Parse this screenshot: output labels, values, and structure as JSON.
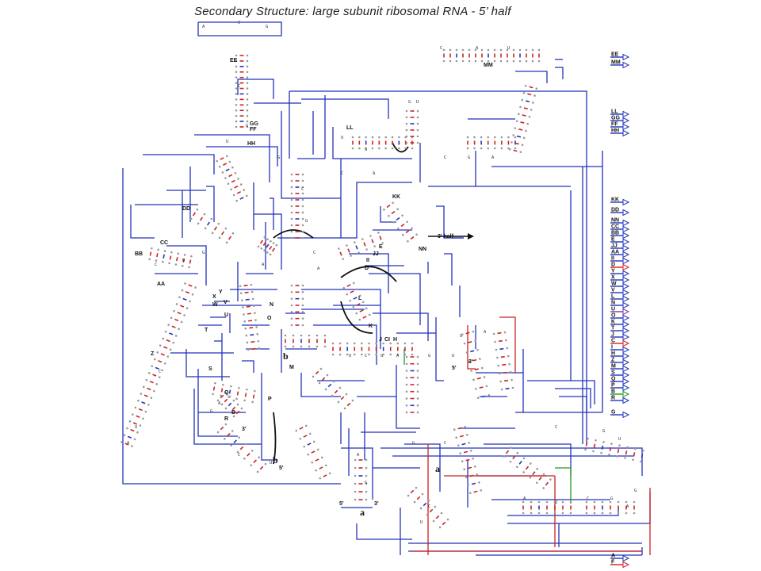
{
  "title": "Secondary Structure: large subunit ribosomal RNA - 5’ half",
  "colors": {
    "line": "#2233bb",
    "red": "#cc2222",
    "green": "#229922",
    "purple": "#7733aa",
    "pair": "#cc2222",
    "black": "#111111"
  },
  "legend": [
    "EE",
    "MM",
    "LL",
    "GG",
    "FF",
    "HH",
    "KK",
    "DD",
    "NN",
    "CC",
    "BB",
    "E",
    "JJ",
    "AA",
    "II",
    "D",
    "Y",
    "X",
    "W",
    "V",
    "L",
    "N",
    "U",
    "O",
    "K",
    "T",
    "J",
    "C",
    "I",
    "H",
    "Z",
    "M",
    "S",
    "Q",
    "P",
    "B",
    "R",
    "G",
    "A",
    "F"
  ],
  "labels": {
    "EE": "EE",
    "MM": "MM",
    "LL": "LL",
    "GG": "GG",
    "FF": "FF",
    "HH": "HH",
    "KK": "KK",
    "DD": "DD",
    "CC": "CC",
    "BB": "BB",
    "AA": "AA",
    "NN": "NN",
    "JJ": "JJ",
    "II": "II",
    "E": "E",
    "D": "D",
    "L": "L",
    "K": "K",
    "J": "J",
    "C": "C",
    "I": "I",
    "H": "H",
    "X": "X",
    "Y": "Y",
    "W": "W",
    "V": "V",
    "U": "U",
    "T": "T",
    "O": "O",
    "N": "N",
    "Z": "Z",
    "M": "M",
    "S": "S",
    "Q": "Q",
    "R": "R",
    "B": "B",
    "P": "P",
    "three_half": "3' half",
    "five_prime_a": "5'",
    "three_prime_a": "3'",
    "five_prime_b": "5'",
    "three_prime_b": "3'",
    "five_prime_c": "5'",
    "three_prime_c": "3'",
    "b_small": "b",
    "b_big": "b",
    "a_small": "a",
    "a_big": "a"
  }
}
